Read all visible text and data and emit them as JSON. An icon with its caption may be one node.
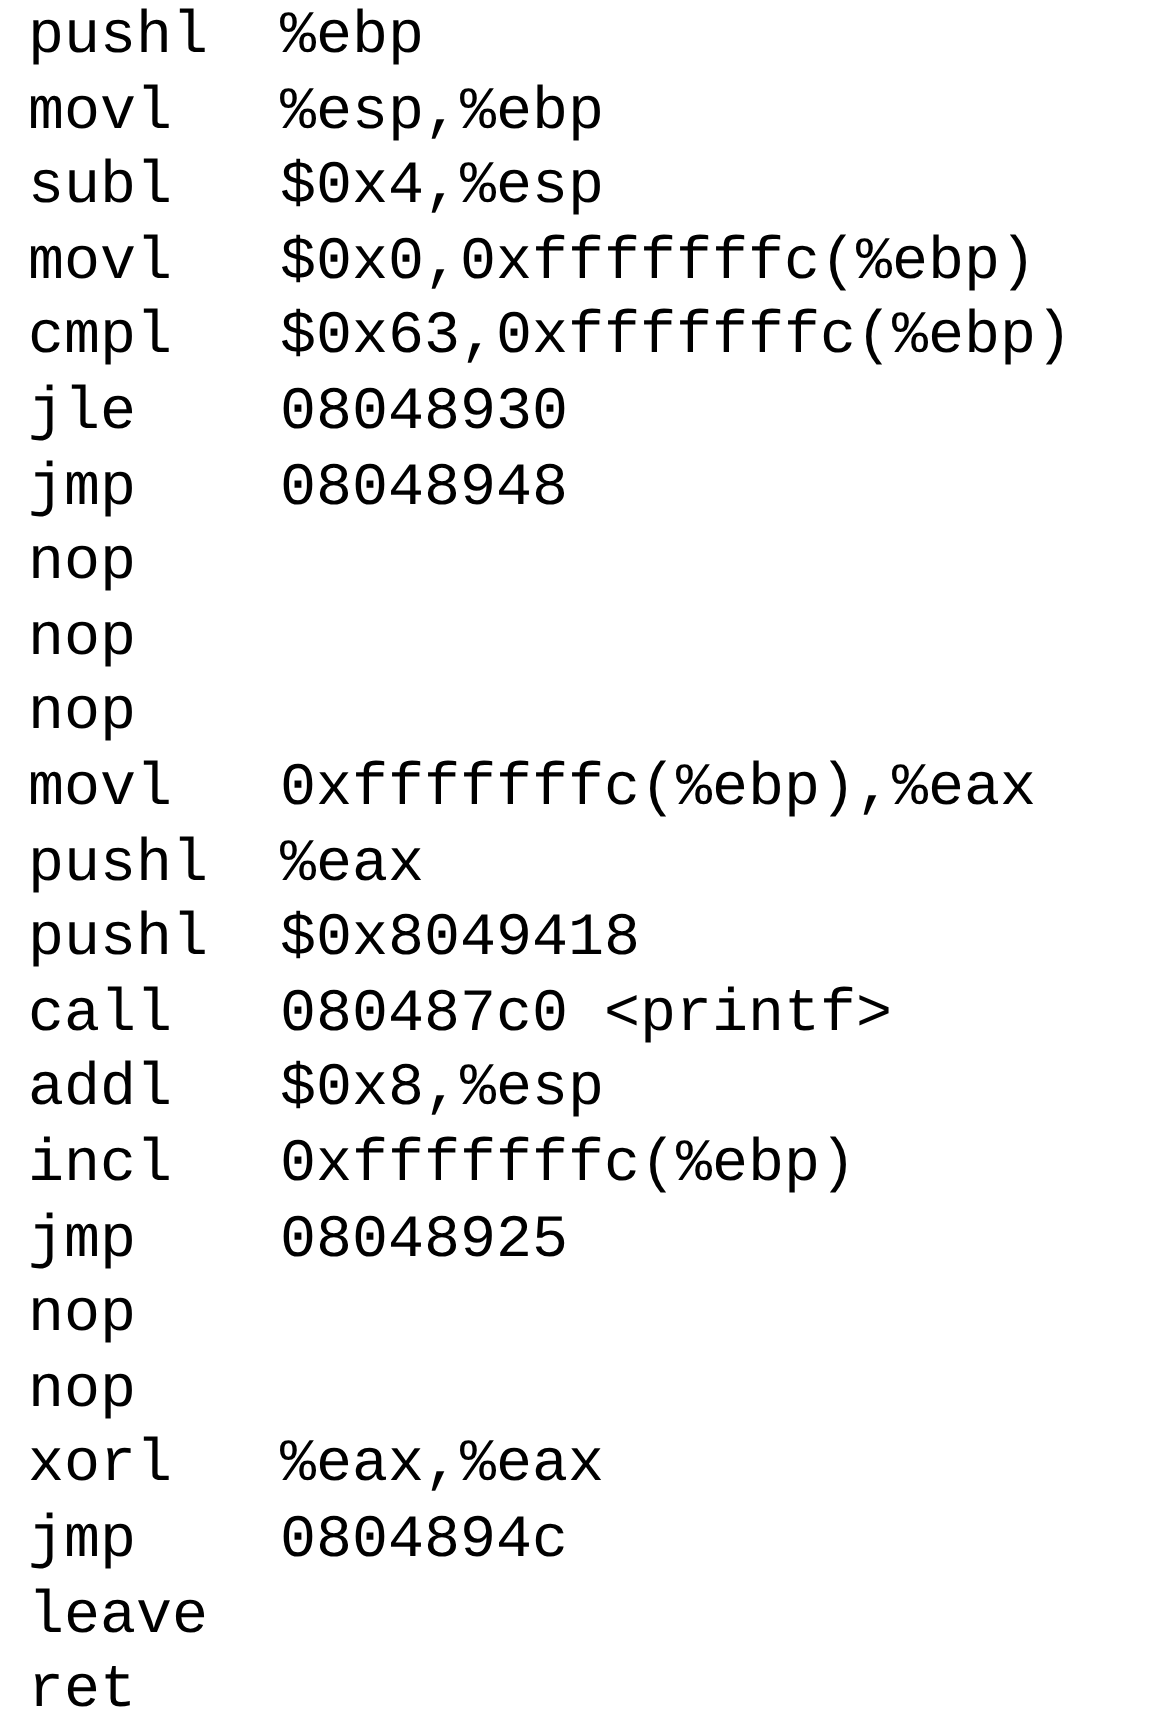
{
  "diagram": {
    "labels": [
      "pushl",
      "%ebp",
      "movl",
      "%esp,%ebp",
      "subl",
      "$0x4,%esp",
      "movl",
      "$0x0,0xfffffffc(%ebp)",
      "cmpl",
      "$0x63,0xfffffffc(%ebp)",
      "jle",
      "08048930",
      "jmp",
      "08048948",
      "nop",
      "nop",
      "nop",
      "movl",
      "0xfffffffc(%ebp),%eax",
      "pushl",
      "%eax",
      "pushl",
      "$0x8049418",
      "call",
      "080487c0 <printf>",
      "addl",
      "$0x8,%esp",
      "incl",
      "0xfffffffc(%ebp)",
      "jmp",
      "08048925",
      "nop",
      "nop",
      "xorl",
      "%eax,%eax",
      "jmp",
      "0804894c",
      "leave",
      "ret"
    ]
  }
}
